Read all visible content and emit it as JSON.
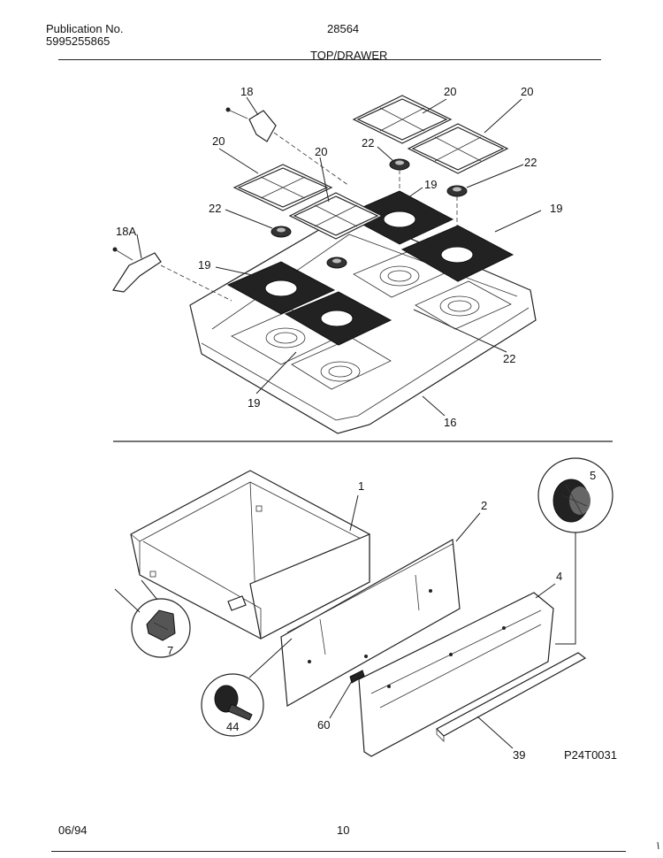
{
  "header": {
    "publication_label": "Publication No.",
    "publication_number": "5995255865",
    "model": "28564",
    "section_title": "TOP/DRAWER"
  },
  "callouts": {
    "c18": "18",
    "c18a": "18A",
    "c20a": "20",
    "c20b": "20",
    "c20c": "20",
    "c20d": "20",
    "c22a": "22",
    "c22b": "22",
    "c22c": "22",
    "c22d": "22",
    "c19a": "19",
    "c19b": "19",
    "c19c": "19",
    "c19d": "19",
    "c16": "16",
    "c1": "1",
    "c2": "2",
    "c4": "4",
    "c5": "5",
    "c7": "7",
    "c44": "44",
    "c60": "60",
    "c39": "39"
  },
  "figure_id": "P24T0031",
  "footer": {
    "date": "06/94",
    "page_number": "10"
  }
}
